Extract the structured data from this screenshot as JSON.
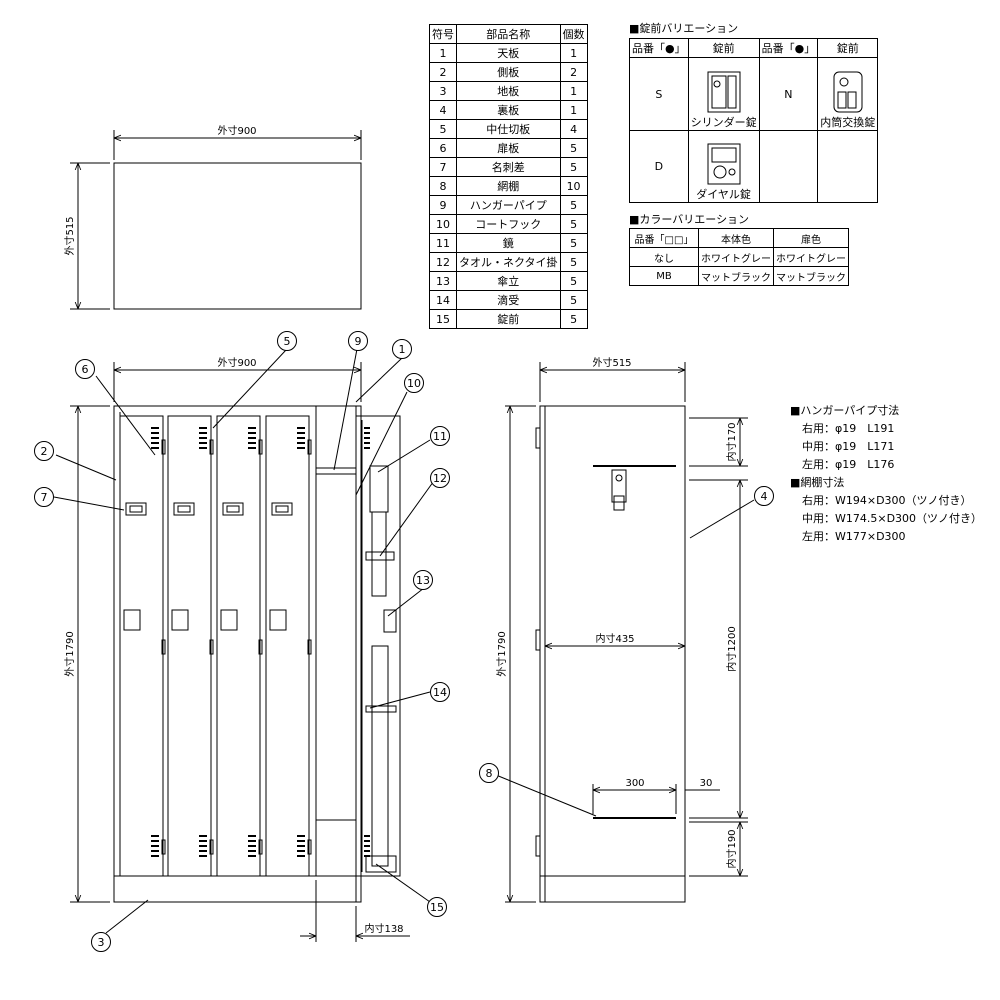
{
  "parts_table": {
    "headers": [
      "符号",
      "部品名称",
      "個数"
    ],
    "rows": [
      [
        "1",
        "天板",
        "1"
      ],
      [
        "2",
        "側板",
        "2"
      ],
      [
        "3",
        "地板",
        "1"
      ],
      [
        "4",
        "裏板",
        "1"
      ],
      [
        "5",
        "中仕切板",
        "4"
      ],
      [
        "6",
        "扉板",
        "5"
      ],
      [
        "7",
        "名刺差",
        "5"
      ],
      [
        "8",
        "網棚",
        "10"
      ],
      [
        "9",
        "ハンガーパイプ",
        "5"
      ],
      [
        "10",
        "コートフック",
        "5"
      ],
      [
        "11",
        "鏡",
        "5"
      ],
      [
        "12",
        "タオル・ネクタイ掛",
        "5"
      ],
      [
        "13",
        "傘立",
        "5"
      ],
      [
        "14",
        "滴受",
        "5"
      ],
      [
        "15",
        "錠前",
        "5"
      ]
    ]
  },
  "lock_variations": {
    "title": "■錠前バリエーション",
    "headers": [
      "品番「●」",
      "錠前",
      "品番「●」",
      "錠前"
    ],
    "items": [
      {
        "code": "S",
        "name": "シリンダー錠"
      },
      {
        "code": "N",
        "name": "内筒交換錠"
      },
      {
        "code": "D",
        "name": "ダイヤル錠"
      }
    ]
  },
  "color_variations": {
    "title": "■カラーバリエーション",
    "headers": [
      "品番「□□」",
      "本体色",
      "扉色"
    ],
    "rows": [
      [
        "なし",
        "ホワイトグレー",
        "ホワイトグレー"
      ],
      [
        "MB",
        "マットブラック",
        "マットブラック"
      ]
    ]
  },
  "hanger_pipe": {
    "title": "■ハンガーパイプ寸法",
    "lines": [
      "右用：φ19　L191",
      "中用：φ19　L171",
      "左用：φ19　L176"
    ]
  },
  "net_shelf": {
    "title": "■網棚寸法",
    "lines": [
      "右用：W194×D300（ツノ付き）",
      "中用：W174.5×D300（ツノ付き）",
      "左用：W177×D300"
    ]
  },
  "dimensions": {
    "top_width": "外寸900",
    "top_depth": "外寸515",
    "front_width": "外寸900",
    "front_height": "外寸1790",
    "inner_138": "内寸138",
    "side_depth": "外寸515",
    "side_height": "外寸1790",
    "inner_435": "内寸435",
    "inner_170": "内寸170",
    "inner_1200": "内寸1200",
    "inner_190": "内寸190",
    "shelf_300": "300",
    "shelf_30": "30"
  },
  "callouts": [
    "1",
    "2",
    "3",
    "4",
    "5",
    "6",
    "7",
    "8",
    "9",
    "10",
    "11",
    "12",
    "13",
    "14",
    "15"
  ]
}
